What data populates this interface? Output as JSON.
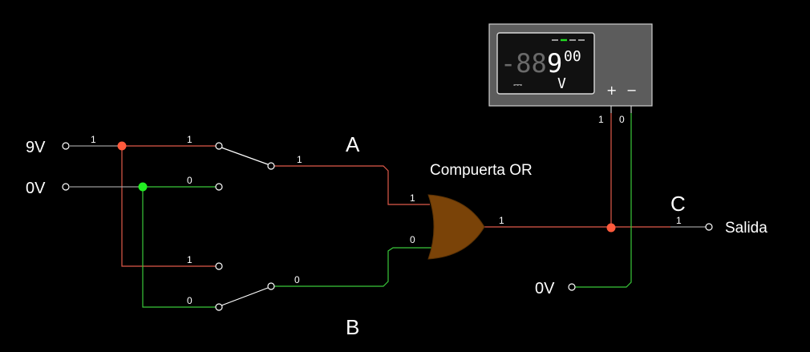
{
  "colors": {
    "background": "#000000",
    "wire_high": "#e05a4a",
    "wire_low": "#39c83a",
    "wire_neutral": "#9a9a9a",
    "junction_high": "#ff5a3c",
    "junction_low": "#22ee22",
    "gate_fill": "#7a4308",
    "meter_body": "#5c5c5c",
    "meter_screen": "#111111"
  },
  "sources": {
    "vcc_label": "9V",
    "gnd_label": "0V",
    "meter_gnd_label": "0V"
  },
  "gate": {
    "title": "Compuerta OR",
    "input_a_bit": "1",
    "input_b_bit": "0",
    "output_bit": "1"
  },
  "switches": {
    "a_name": "A",
    "b_name": "B",
    "bit_one": "1",
    "bit_zero": "0"
  },
  "output": {
    "name": "C",
    "label": "Salida",
    "bit": "1"
  },
  "meter": {
    "ghost_digits": "-88",
    "value_digit": "9",
    "decimals": "00",
    "dc_symbol": "⎓",
    "unit": "V",
    "plus": "+",
    "minus": "−",
    "probe_bit_plus": "1",
    "probe_bit_minus": "0"
  }
}
